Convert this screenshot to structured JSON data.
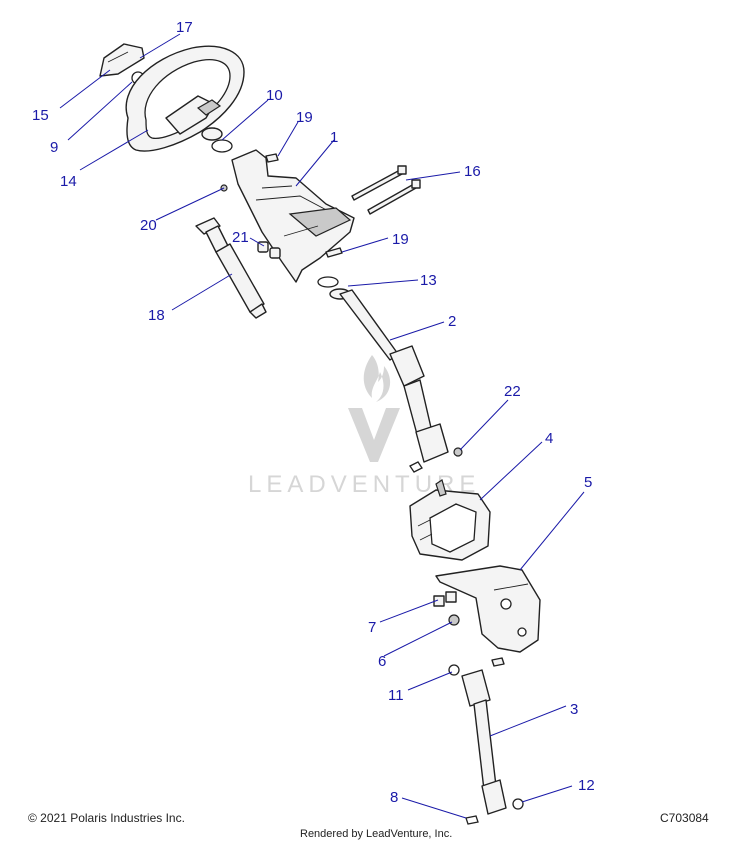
{
  "footer": {
    "copyright": "© 2021 Polaris Industries Inc.",
    "drawing_id": "C703084",
    "rendered_by": "Rendered by LeadVenture, Inc."
  },
  "watermark": {
    "text": "LEADVENTURE"
  },
  "callouts": {
    "c1": "1",
    "c2": "2",
    "c3": "3",
    "c4": "4",
    "c5": "5",
    "c6": "6",
    "c7": "7",
    "c8": "8",
    "c9": "9",
    "c10": "10",
    "c11": "11",
    "c12": "12",
    "c13": "13",
    "c14": "14",
    "c15": "15",
    "c16": "16",
    "c17": "17",
    "c18": "18",
    "c19a": "19",
    "c19b": "19",
    "c20": "20",
    "c21": "21",
    "c22": "22"
  },
  "colors": {
    "callout": "#1a1aa8",
    "line": "#222222",
    "watermark": "#d6d6d6"
  }
}
